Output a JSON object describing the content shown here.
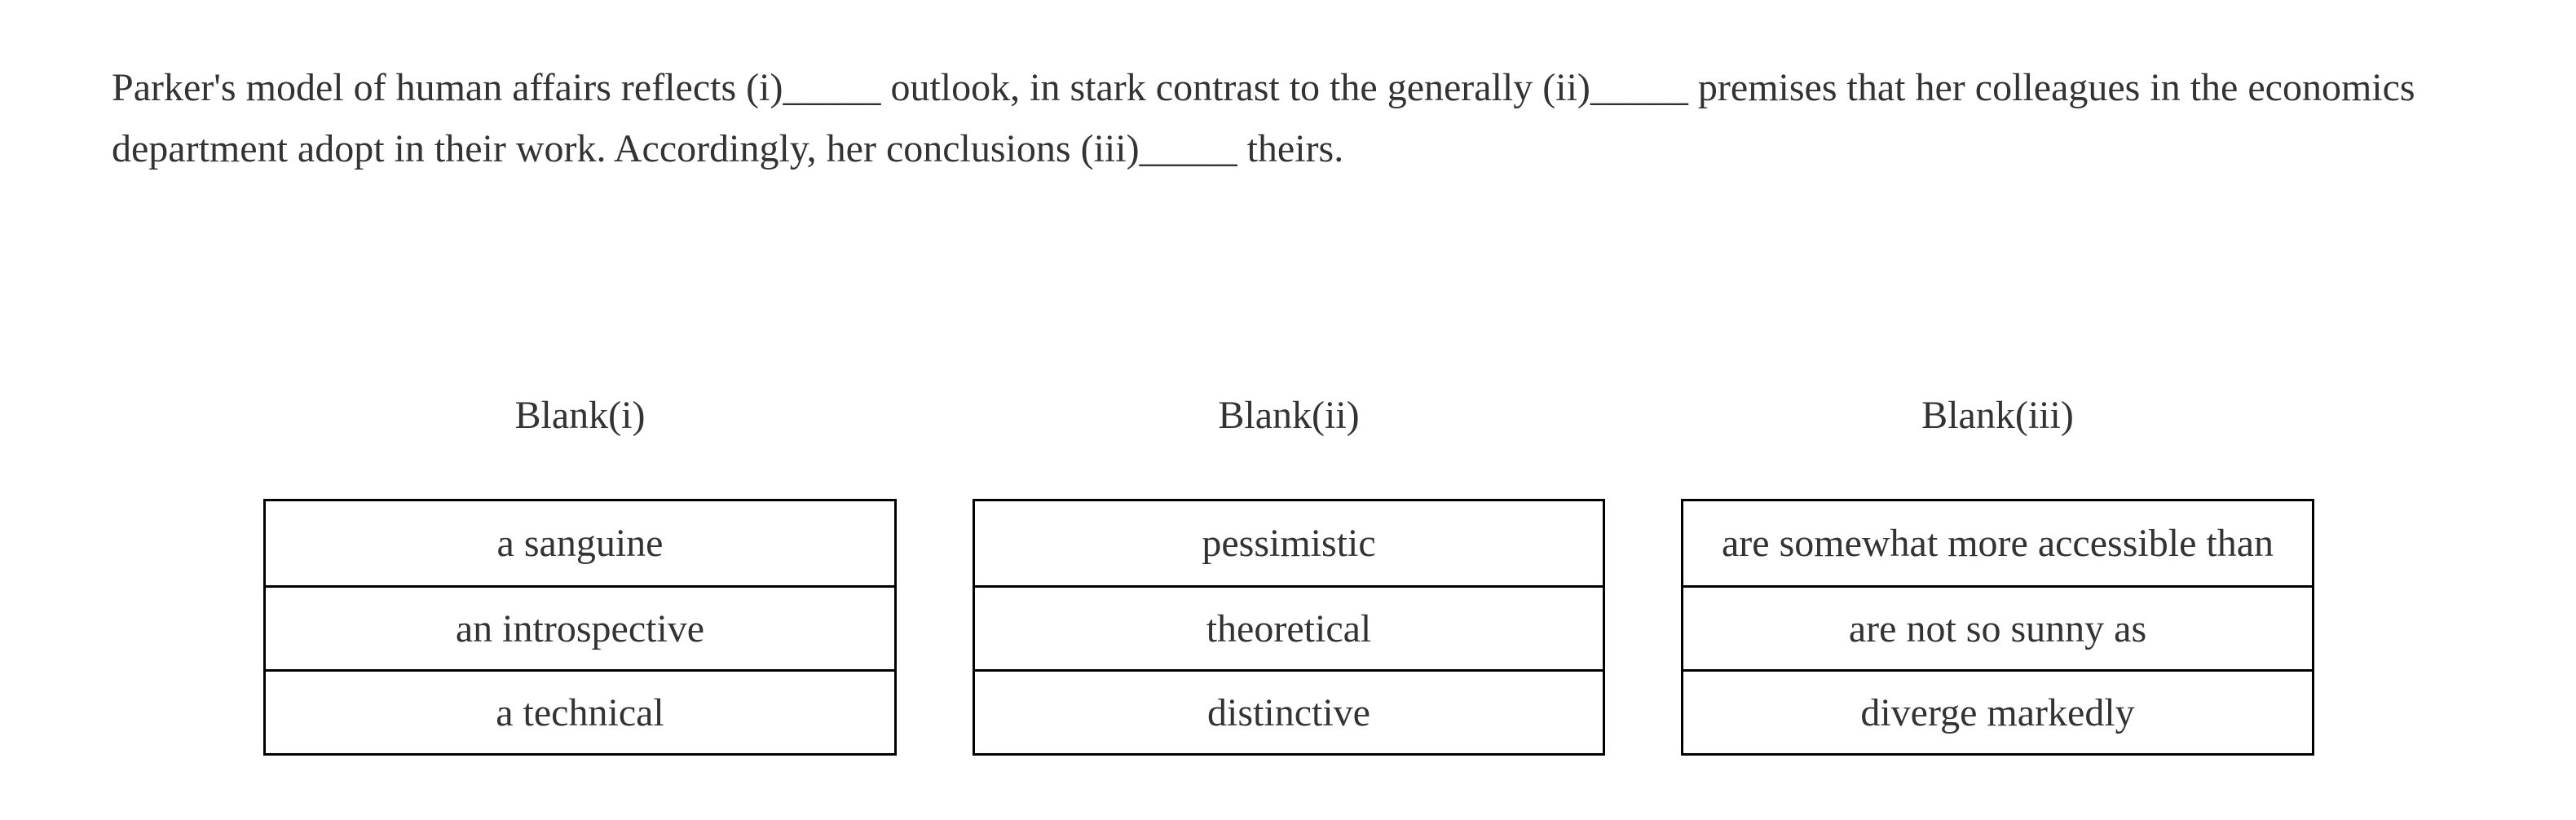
{
  "question": {
    "text": "Parker's model of human affairs reflects (i)_____ outlook, in stark contrast to the generally (ii)_____ premises that her colleagues in the economics department adopt in their work. Accordingly, her conclusions (iii)_____ theirs."
  },
  "blanks": [
    {
      "label": "Blank(i)",
      "options": [
        "a sanguine",
        "an introspective",
        "a technical"
      ]
    },
    {
      "label": "Blank(ii)",
      "options": [
        "pessimistic",
        "theoretical",
        "distinctive"
      ]
    },
    {
      "label": "Blank(iii)",
      "options": [
        "are somewhat more accessible than",
        "are not so sunny as",
        "diverge markedly"
      ]
    }
  ],
  "colors": {
    "text": "#333333",
    "border": "#000000",
    "background": "#ffffff"
  }
}
